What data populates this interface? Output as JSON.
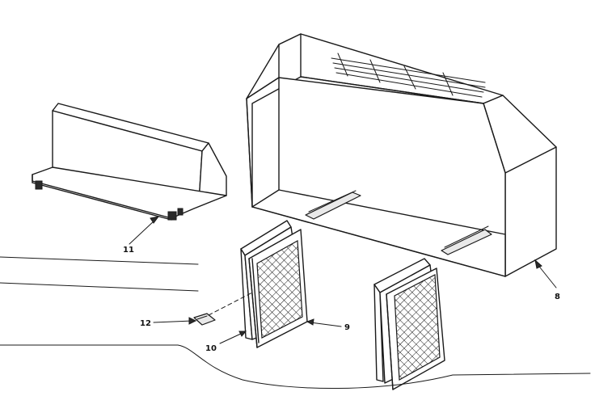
{
  "labels": {
    "part_8": "8",
    "part_9": "9",
    "part_10": "10",
    "part_11": "11",
    "part_12": "12"
  }
}
